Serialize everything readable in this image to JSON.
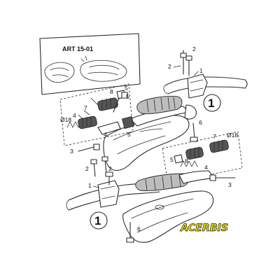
{
  "diagram": {
    "inset": {
      "title": "ART 15-01"
    },
    "callouts": {
      "c1": "1",
      "c2": "2",
      "c3": "3",
      "c4": "4",
      "c5": "5",
      "c6": "6",
      "c7": "7",
      "c8": "8",
      "d18": "Ø18"
    },
    "brand": {
      "logo_text": "ACERBIS",
      "accent": "#f1e400"
    },
    "colors": {
      "line": "#2b2b2b",
      "grip": "#bdbdbd",
      "background": "#ffffff"
    }
  }
}
